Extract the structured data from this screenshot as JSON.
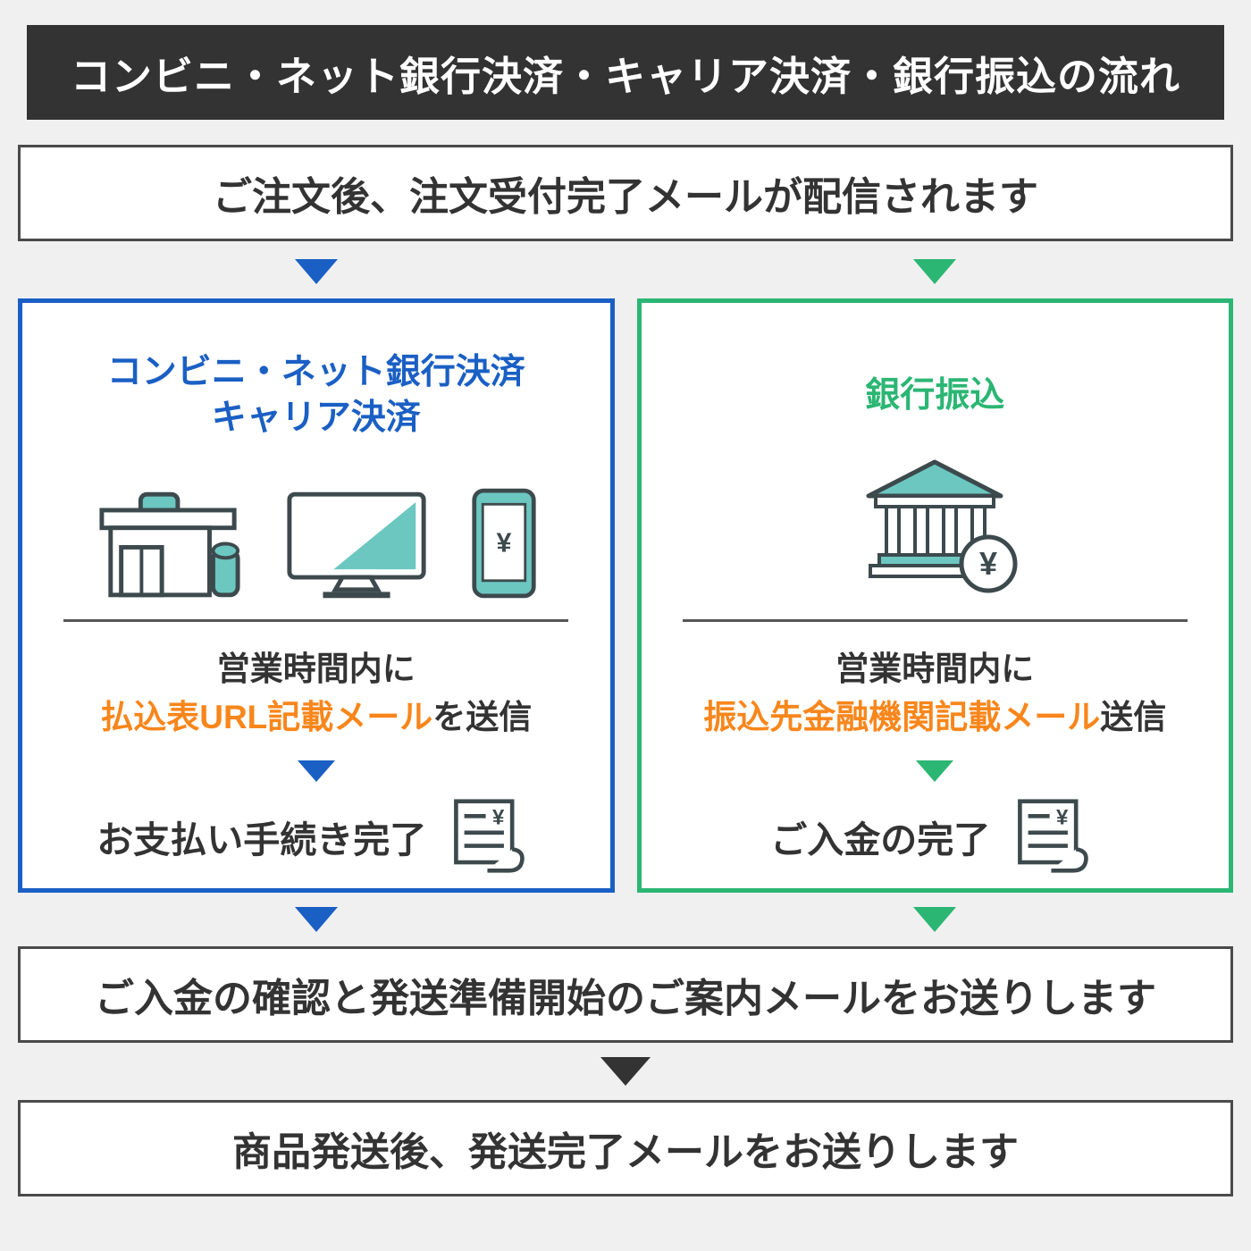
{
  "colors": {
    "background": "#f0f0f0",
    "header_bg": "#333333",
    "blue": "#1a5fc4",
    "green": "#2bb673",
    "orange": "#f8861b",
    "teal": "#6cc7c1",
    "outline": "#3d4a4d"
  },
  "header": {
    "title": "コンビニ・ネット銀行決済・キャリア決済・銀行振込の流れ"
  },
  "steps": {
    "order_received": "ご注文後、注文受付完了メールが配信されます",
    "payment_confirmed": "ご入金の確認と発送準備開始のご案内メールをお送りします",
    "shipped": "商品発送後、発送完了メールをお送りします"
  },
  "left_panel": {
    "title_line1": "コンビニ・ネット銀行決済",
    "title_line2": "キャリア決済",
    "notice_line1": "営業時間内に",
    "notice_highlight": "払込表URL記載メール",
    "notice_suffix": "を送信",
    "done_label": "お支払い手続き完了",
    "phone_symbol": "¥"
  },
  "right_panel": {
    "title": "銀行振込",
    "notice_line1": "営業時間内に",
    "notice_highlight": "振込先金融機関記載メール",
    "notice_suffix": "送信",
    "done_label": "ご入金の完了",
    "bank_symbol": "¥"
  },
  "icons": {
    "receipt_symbol_left": "¥",
    "receipt_symbol_right": "¥"
  }
}
